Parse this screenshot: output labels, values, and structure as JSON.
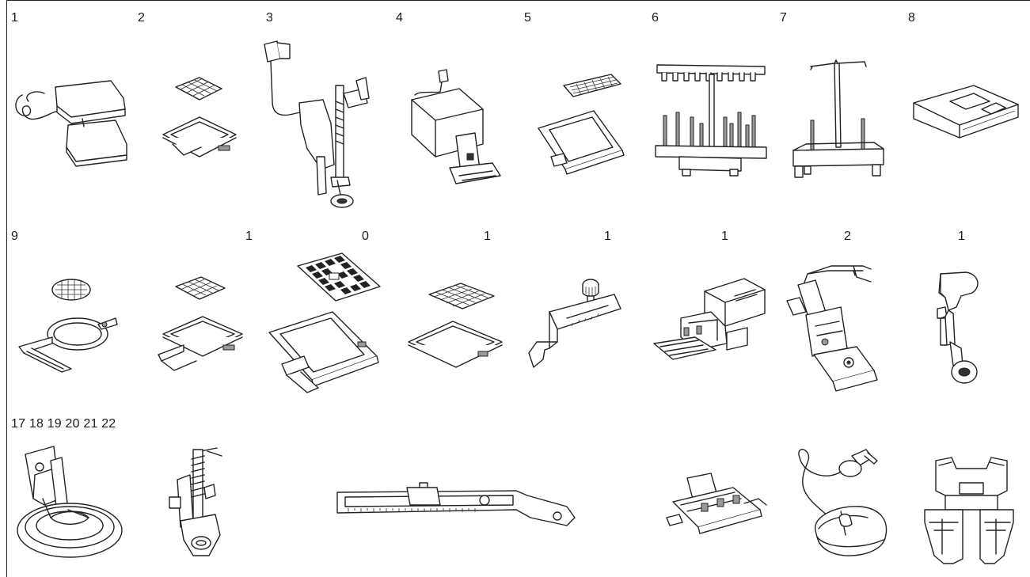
{
  "labels": {
    "r1": [
      "1",
      "2",
      "3",
      "4",
      "5",
      "6",
      "7",
      "8"
    ],
    "r2": [
      "9",
      "1",
      "0",
      "1",
      "1",
      "1",
      "2",
      "1"
    ],
    "r3": "17 18 19 20 21 22"
  },
  "accessories": [
    "foot-controller-icon",
    "small-embroidery-frame-icon",
    "walking-foot-icon",
    "dual-feed-foot-icon",
    "border-frame-icon",
    "ten-spool-thread-stand-icon",
    "spool-stand-icon",
    "extension-table-icon",
    "extra-small-frame-icon",
    "small-frame-icon",
    "large-frame-icon",
    "medium-frame-icon",
    "side-cutter-guide-icon",
    "roller-foot-icon",
    "side-cutter-icon",
    "quilting-foot-icon",
    "bobbin-work-foot-icon",
    "free-motion-foot-icon",
    "circular-attachment-icon",
    "open-toe-foot-icon",
    "usb-mouse-icon",
    "pintuck-foot-icon"
  ]
}
